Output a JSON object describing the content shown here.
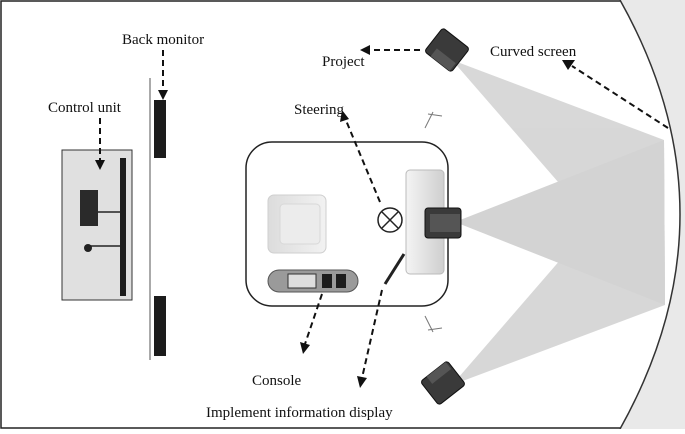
{
  "labels": {
    "back_monitor": "Back monitor",
    "projector": "Project",
    "curved_screen": "Curved screen",
    "control_unit": "Control unit",
    "steering": "Steering",
    "console": "Console",
    "implement_display": "Implement information display"
  },
  "colors": {
    "line": "#222222",
    "screen_fill": "#e6e6e6",
    "beam": "#bfbfbf",
    "device": "#3a3a3a",
    "cabin_panel": "#e8e8e8"
  }
}
